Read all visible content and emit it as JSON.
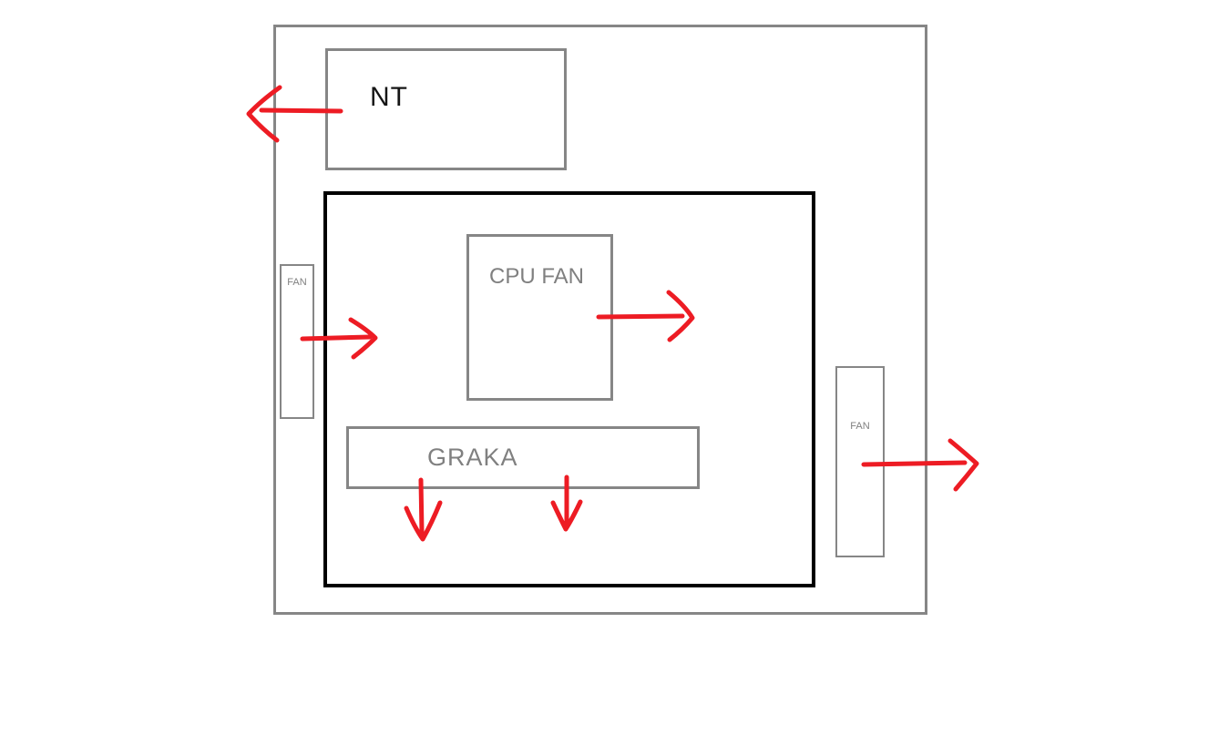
{
  "colors": {
    "background": "#ffffff",
    "outline_gray": "#868686",
    "board_black": "#000000",
    "arrow_red": "#ed1c24",
    "label_gray": "#808080",
    "label_black": "#151515"
  },
  "components": {
    "psu": {
      "label": "NT"
    },
    "cpu_fan": {
      "label": "CPU FAN"
    },
    "gpu": {
      "label": "GRAKA"
    },
    "front_fan": {
      "label": "FAN"
    },
    "rear_fan": {
      "label": "FAN"
    }
  },
  "arrows": [
    {
      "name": "psu-exhaust-arrow",
      "direction": "left"
    },
    {
      "name": "front-fan-intake-arrow",
      "direction": "right"
    },
    {
      "name": "cpu-fan-airflow-arrow",
      "direction": "right"
    },
    {
      "name": "gpu-down-arrow-left",
      "direction": "down"
    },
    {
      "name": "gpu-down-arrow-right",
      "direction": "down"
    },
    {
      "name": "rear-fan-exhaust-arrow",
      "direction": "right"
    }
  ]
}
